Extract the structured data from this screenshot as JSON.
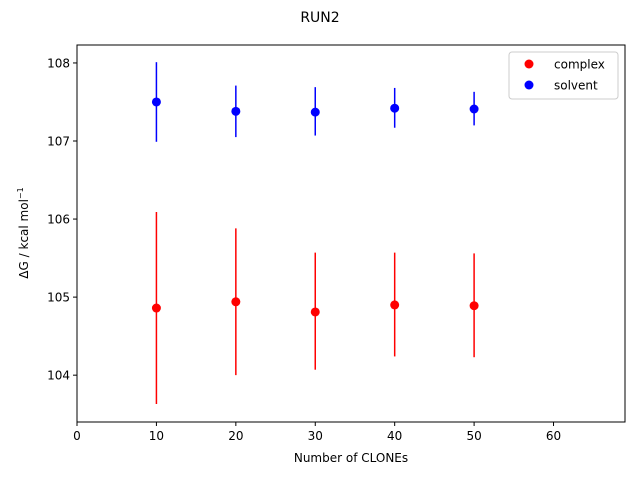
{
  "chart_data": {
    "type": "scatter",
    "title": "RUN2",
    "xlabel": "Number of CLONEs",
    "ylabel_main": "ΔG / kcal mol",
    "ylabel_sup": "−1",
    "xlim": [
      0,
      69
    ],
    "ylim": [
      103.4,
      108.23
    ],
    "x_ticks": [
      0,
      10,
      20,
      30,
      40,
      50,
      60
    ],
    "y_ticks": [
      104,
      105,
      106,
      107,
      108
    ],
    "grid": false,
    "legend_position": "top-right",
    "series": [
      {
        "name": "complex",
        "color": "#ff0000",
        "points": [
          {
            "x": 10,
            "y": 104.86,
            "err_low": 103.63,
            "err_high": 106.09
          },
          {
            "x": 20,
            "y": 104.94,
            "err_low": 104.0,
            "err_high": 105.88
          },
          {
            "x": 30,
            "y": 104.81,
            "err_low": 104.07,
            "err_high": 105.57
          },
          {
            "x": 40,
            "y": 104.9,
            "err_low": 104.24,
            "err_high": 105.57
          },
          {
            "x": 50,
            "y": 104.89,
            "err_low": 104.23,
            "err_high": 105.56
          }
        ]
      },
      {
        "name": "solvent",
        "color": "#0000ff",
        "points": [
          {
            "x": 10,
            "y": 107.5,
            "err_low": 106.99,
            "err_high": 108.01
          },
          {
            "x": 20,
            "y": 107.38,
            "err_low": 107.05,
            "err_high": 107.71
          },
          {
            "x": 30,
            "y": 107.37,
            "err_low": 107.07,
            "err_high": 107.69
          },
          {
            "x": 40,
            "y": 107.42,
            "err_low": 107.17,
            "err_high": 107.68
          },
          {
            "x": 50,
            "y": 107.41,
            "err_low": 107.2,
            "err_high": 107.63
          }
        ]
      }
    ]
  }
}
